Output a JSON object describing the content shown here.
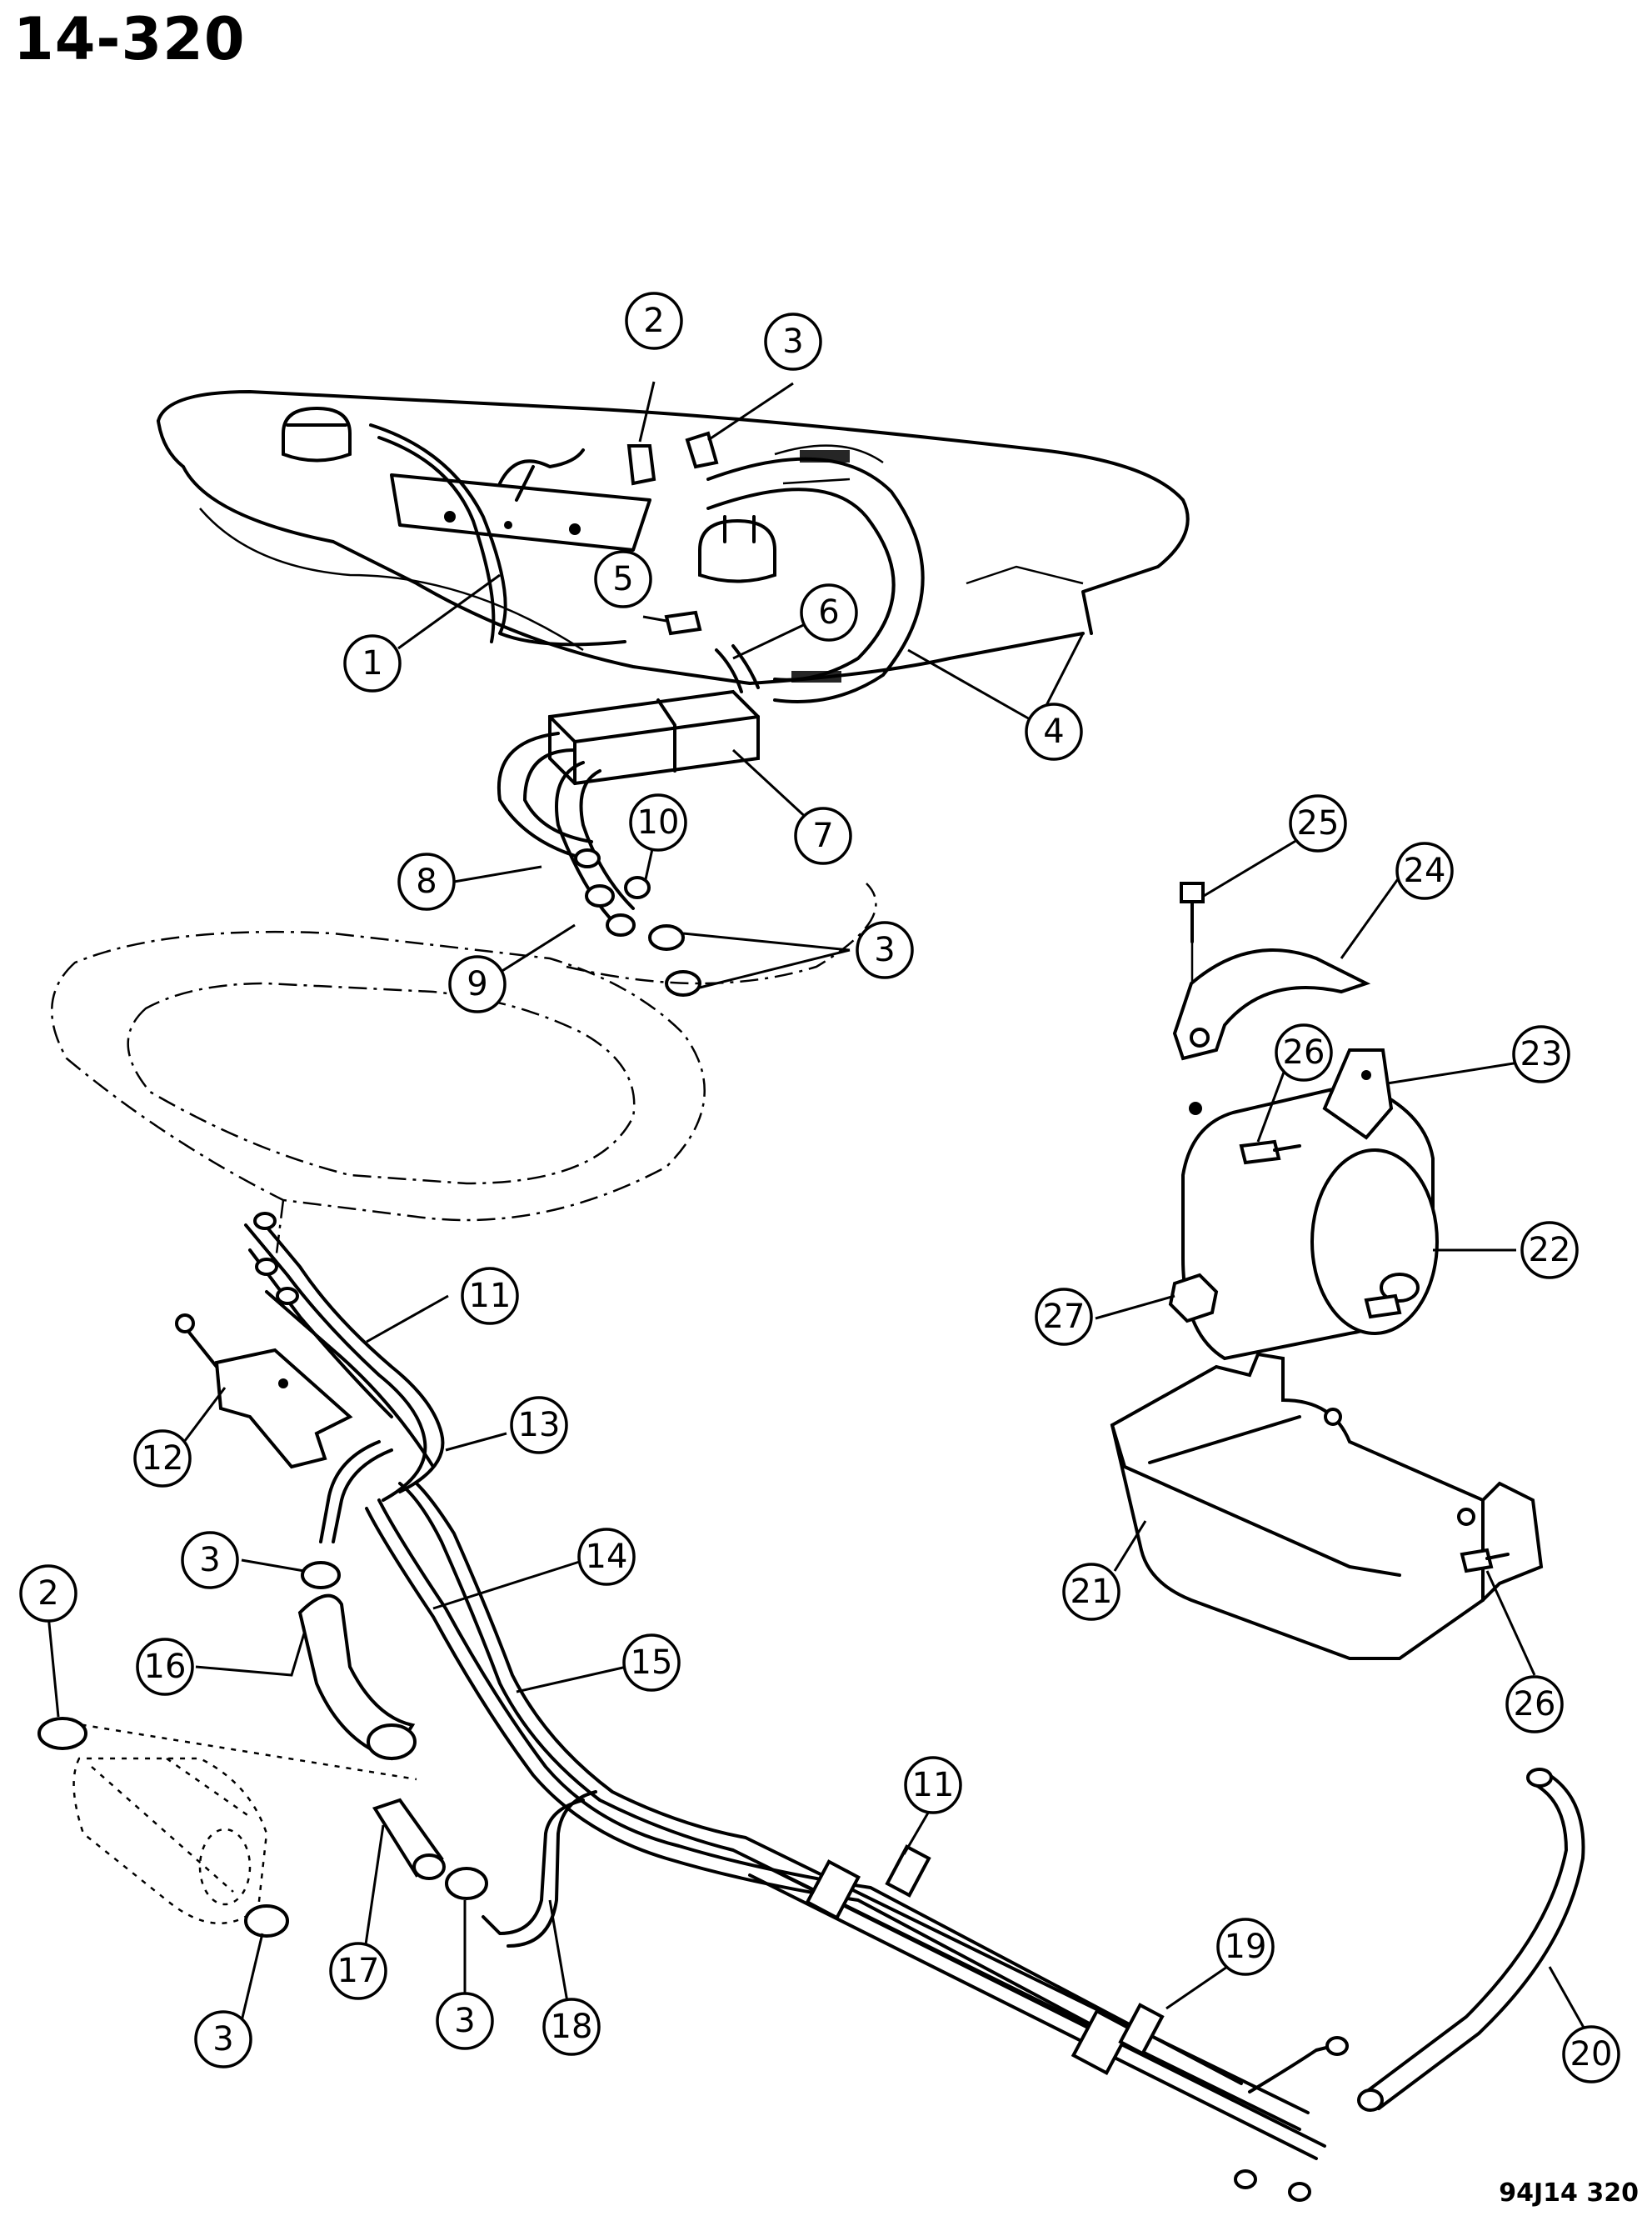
{
  "header": {
    "page_number": "14-320"
  },
  "footer": {
    "figure_code": "94J14  320"
  },
  "callouts": [
    {
      "id": "c1",
      "label": "1"
    },
    {
      "id": "c2a",
      "label": "2"
    },
    {
      "id": "c3a",
      "label": "3"
    },
    {
      "id": "c4",
      "label": "4"
    },
    {
      "id": "c5",
      "label": "5"
    },
    {
      "id": "c6",
      "label": "6"
    },
    {
      "id": "c7",
      "label": "7"
    },
    {
      "id": "c8",
      "label": "8"
    },
    {
      "id": "c9",
      "label": "9"
    },
    {
      "id": "c10",
      "label": "10"
    },
    {
      "id": "c3b",
      "label": "3"
    },
    {
      "id": "c25",
      "label": "25"
    },
    {
      "id": "c24",
      "label": "24"
    },
    {
      "id": "c26a",
      "label": "26"
    },
    {
      "id": "c23",
      "label": "23"
    },
    {
      "id": "c22",
      "label": "22"
    },
    {
      "id": "c27",
      "label": "27"
    },
    {
      "id": "c11a",
      "label": "11"
    },
    {
      "id": "c12",
      "label": "12"
    },
    {
      "id": "c13",
      "label": "13"
    },
    {
      "id": "c3c",
      "label": "3"
    },
    {
      "id": "c14",
      "label": "14"
    },
    {
      "id": "c2b",
      "label": "2"
    },
    {
      "id": "c16",
      "label": "16"
    },
    {
      "id": "c15",
      "label": "15"
    },
    {
      "id": "c21",
      "label": "21"
    },
    {
      "id": "c26b",
      "label": "26"
    },
    {
      "id": "c11b",
      "label": "11"
    },
    {
      "id": "c19",
      "label": "19"
    },
    {
      "id": "c20",
      "label": "20"
    },
    {
      "id": "c17",
      "label": "17"
    },
    {
      "id": "c3d",
      "label": "3"
    },
    {
      "id": "c18",
      "label": "18"
    },
    {
      "id": "c3e",
      "label": "3"
    }
  ]
}
